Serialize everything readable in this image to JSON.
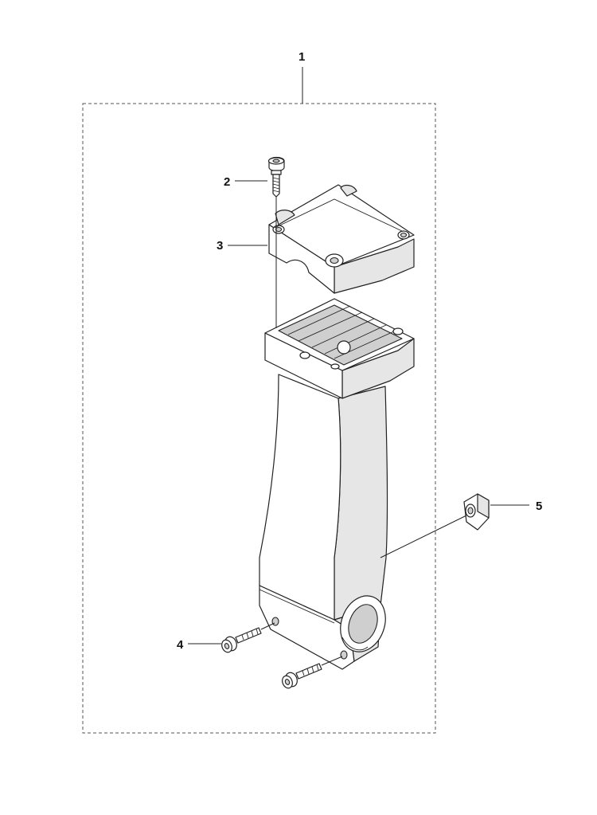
{
  "callouts": {
    "assembly": "1",
    "screw_top": "2",
    "cap": "3",
    "screw_bottom": "4",
    "clip": "5"
  }
}
